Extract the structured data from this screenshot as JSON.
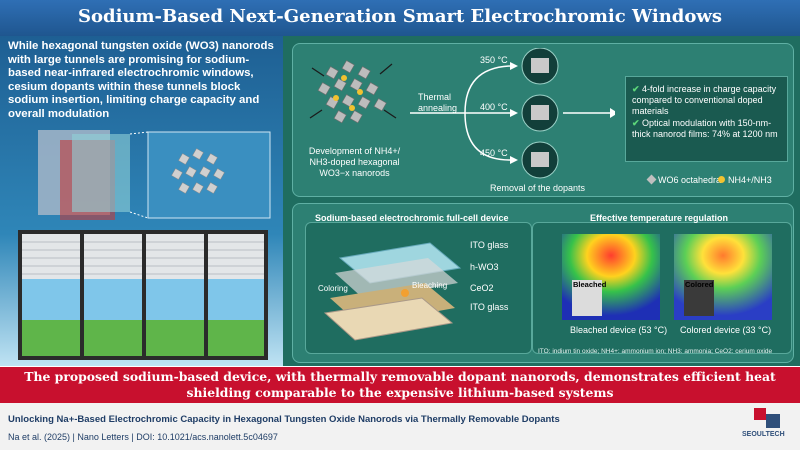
{
  "title": "Sodium-Based Next-Generation Smart Electrochromic Windows",
  "intro": "While hexagonal tungsten oxide (WO3) nanorods with large tunnels are promising for sodium-based near-infrared electrochromic windows, cesium dopants within these tunnels block sodium insertion, limiting charge capacity and overall modulation",
  "top": {
    "development_label": "Development of NH4+/ NH3-doped hexagonal WO3−x nanorods",
    "thermal_label": "Thermal annealing",
    "temps": [
      "350 °C",
      "400 °C",
      "450 °C"
    ],
    "removal_label": "Removal of the dopants",
    "results": [
      "4-fold increase in charge capacity compared to conventional doped materials",
      "Optical modulation with 150-nm-thick nanorod films: 74% at 1200 nm"
    ],
    "legend_octa": "WO6 octahedra",
    "legend_nh": "NH4+/NH3"
  },
  "bottom": {
    "device_title": "Sodium-based electrochromic full-cell device",
    "layers": [
      "ITO glass",
      "h-WO3",
      "CeO2",
      "ITO glass"
    ],
    "coloring": "Coloring",
    "bleaching": "Bleaching",
    "temp_title": "Effective temperature regulation",
    "bleached_tag": "Bleached",
    "colored_tag": "Colored",
    "bleached_caption": "Bleached device (53 °C)",
    "colored_caption": "Colored device (33 °C)",
    "footnote": "ITO: indium tin oxide; NH4+: ammonium ion; NH3: ammonia; CeO2: cerium oxide"
  },
  "banner": "The proposed sodium-based device, with thermally removable dopant nanorods, demonstrates efficient heat shielding comparable to the expensive lithium-based systems",
  "footer": {
    "paper_title": "Unlocking Na+-Based Electrochromic Capacity in Hexagonal Tungsten Oxide Nanorods via Thermally Removable Dopants",
    "citation": "Na et al. (2025)  |  Nano Letters  |  DOI: 10.1021/acs.nanolett.5c04697",
    "logo": "SEOULTECH"
  }
}
